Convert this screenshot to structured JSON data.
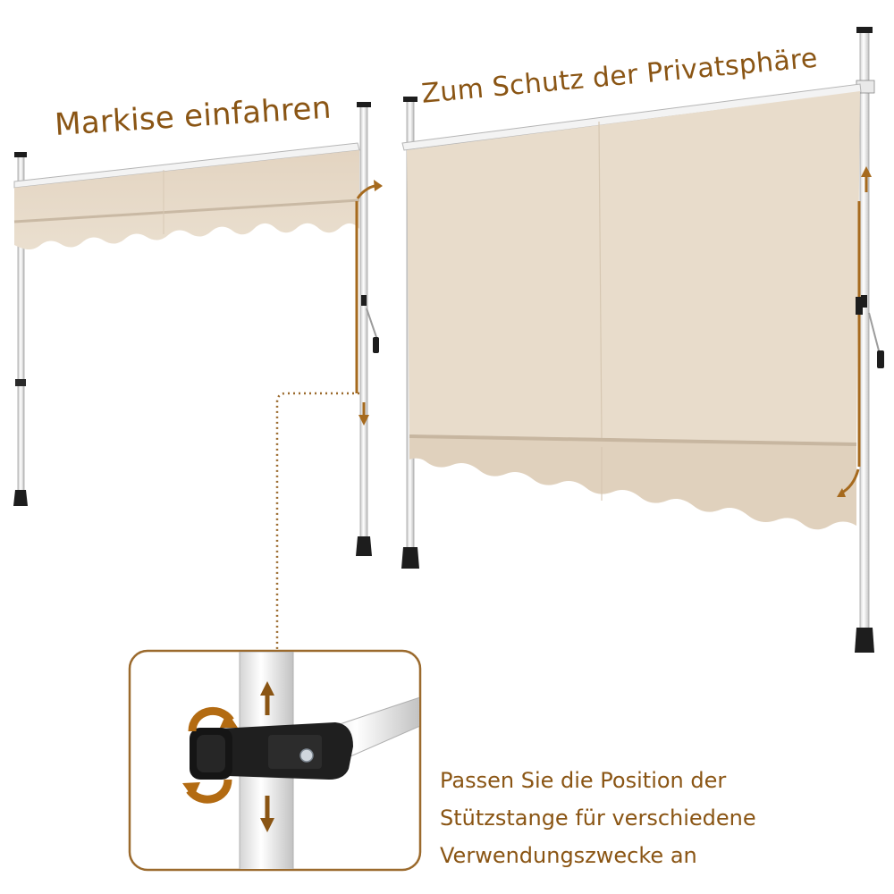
{
  "captions": {
    "retract": "Markise einfahren",
    "privacy": "Zum Schutz der Privatsphäre"
  },
  "detail": {
    "lines": [
      "Passen Sie die Position der",
      "Stützstange für verschiedene",
      "Verwendungszwecke an"
    ]
  },
  "colors": {
    "fabric": "#e6d8c6",
    "fabric_shade": "#d8c8b3",
    "accent_brown": "#8a5514",
    "arrow_orange": "#b36b12",
    "pole": "#f2f2f2",
    "pole_outline": "#9a9a9a",
    "dark_part": "#1d1d1d"
  }
}
